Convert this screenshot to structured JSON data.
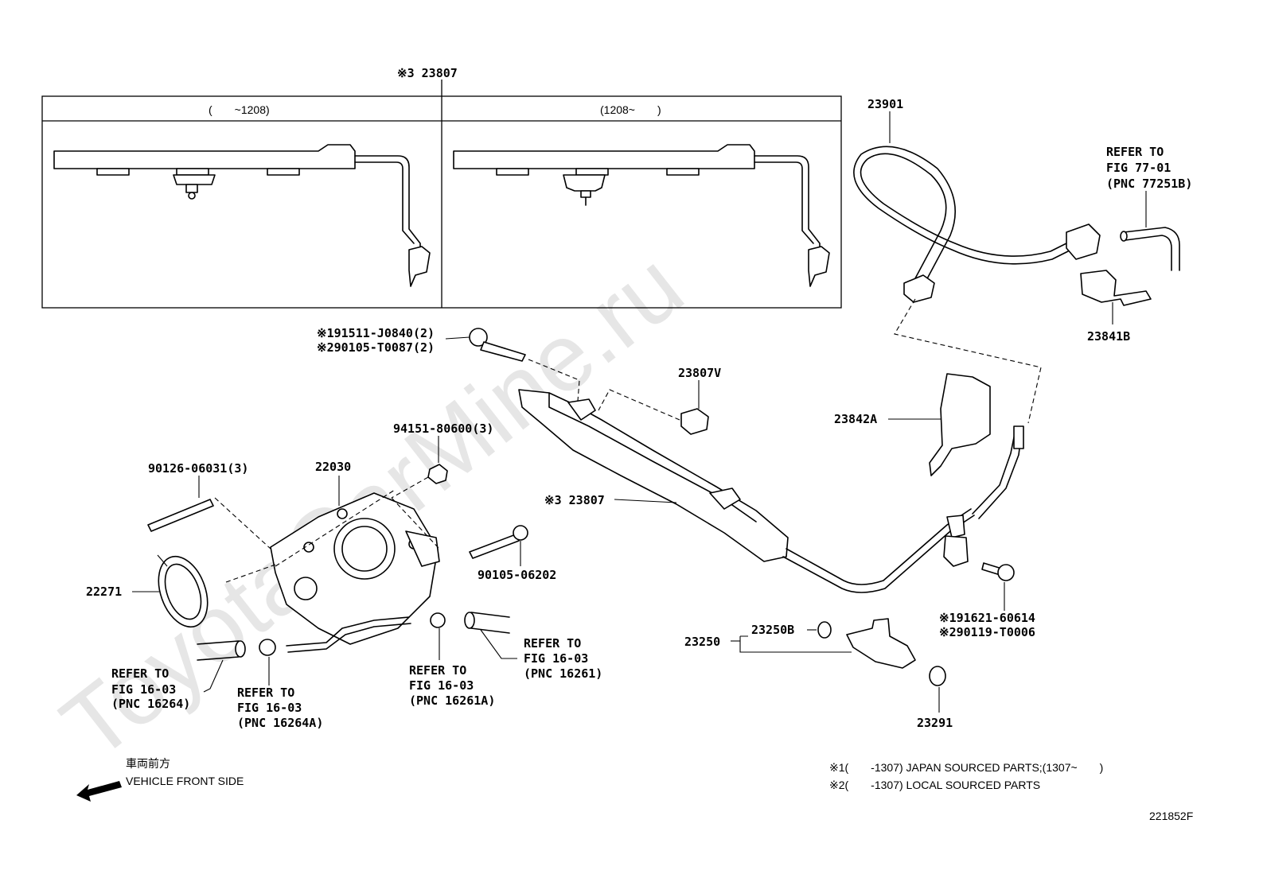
{
  "watermark": "ToyotaCarMine.ru",
  "diagram_id": "221852F",
  "inset": {
    "label": "※3 23807",
    "left_panel": "(　　~1208)",
    "right_panel": "(1208~　　)"
  },
  "parts": {
    "p23901": "23901",
    "refer_77": [
      "REFER TO",
      "FIG 77-01",
      "(PNC 77251B)"
    ],
    "p23841b": "23841B",
    "bolt_191511": "※191511-J0840(2)",
    "bolt_290105": "※290105-T0087(2)",
    "p23807v": "23807V",
    "p23842a": "23842A",
    "nut_94151": "94151-80600(3)",
    "p22030": "22030",
    "stud_90126": "90126-06031(3)",
    "rail_23807": "※3 23807",
    "bolt_90105": "90105-06202",
    "p22271": "22271",
    "bolt_191621": "※191621-60614",
    "bolt_290119": "※290119-T0006",
    "p23250": "23250",
    "p23250b": "23250B",
    "p23291": "23291",
    "refer_16264": [
      "REFER TO",
      "FIG 16-03",
      "(PNC 16264)"
    ],
    "refer_16264a": [
      "REFER TO",
      "FIG 16-03",
      "(PNC 16264A)"
    ],
    "refer_16261a": [
      "REFER TO",
      "FIG 16-03",
      "(PNC 16261A)"
    ],
    "refer_16261": [
      "REFER TO",
      "FIG 16-03",
      "(PNC 16261)"
    ]
  },
  "direction": {
    "jp": "車両前方",
    "en": "VEHICLE FRONT SIDE"
  },
  "notes": [
    "※1(　　-1307) JAPAN SOURCED PARTS;(1307~　　)",
    "※2(　　-1307) LOCAL SOURCED PARTS"
  ]
}
